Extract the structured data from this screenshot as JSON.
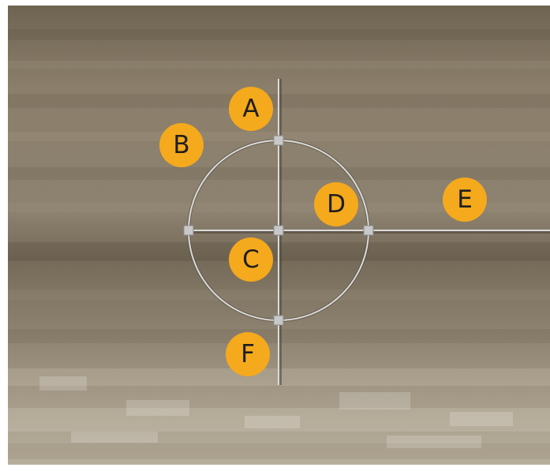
{
  "widget": "crosshair-circle-manipulator",
  "colors": {
    "callout_fill": "#f5a91c",
    "callout_text": "#1e1e1e",
    "guide_stroke": "#d9d9d9",
    "handle_fill": "#c8c8c8",
    "background_tone": "#8a7e6c"
  },
  "callouts": [
    {
      "key": "a",
      "letter": "A"
    },
    {
      "key": "b",
      "letter": "B"
    },
    {
      "key": "c",
      "letter": "C"
    },
    {
      "key": "d",
      "letter": "D"
    },
    {
      "key": "e",
      "letter": "E"
    },
    {
      "key": "f",
      "letter": "F"
    }
  ]
}
